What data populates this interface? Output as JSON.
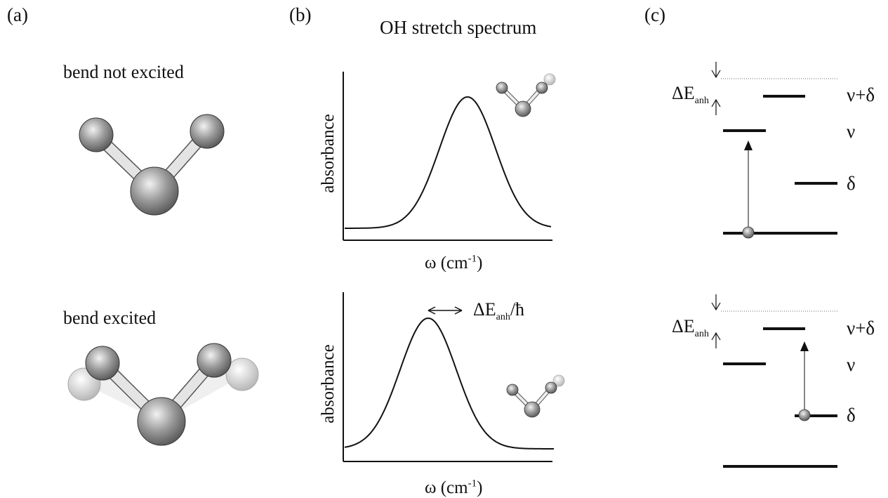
{
  "panels": {
    "a": {
      "label": "(a)",
      "top_caption": "bend not excited",
      "bottom_caption": "bend excited"
    },
    "b": {
      "label": "(b)",
      "title": "OH stretch spectrum",
      "top_plot": {
        "ylabel": "absorbance",
        "xlabel_main": "ω (cm",
        "xlabel_sup": "-1",
        "xlabel_close": ")"
      },
      "bottom_plot": {
        "ylabel": "absorbance",
        "xlabel_main": "ω (cm",
        "xlabel_sup": "-1",
        "xlabel_close": ")",
        "shift_label_main": "ΔE",
        "shift_label_sub": "anh",
        "shift_label_tail": "/ħ"
      }
    },
    "c": {
      "label": "(c)",
      "top_diagram": {
        "anh_main": "ΔE",
        "anh_sub": "anh",
        "level_nu_delta": "ν+δ",
        "level_nu": "ν",
        "level_delta": "δ"
      },
      "bottom_diagram": {
        "anh_main": "ΔE",
        "anh_sub": "anh",
        "level_nu_delta": "ν+δ",
        "level_nu": "ν",
        "level_delta": "δ"
      }
    }
  },
  "colors": {
    "line": "#111111",
    "atom_dark": "#6e6e6e",
    "atom_light": "#f2f2f2",
    "bond": "#d8d8d8",
    "ghost": "#cfcfcf"
  }
}
